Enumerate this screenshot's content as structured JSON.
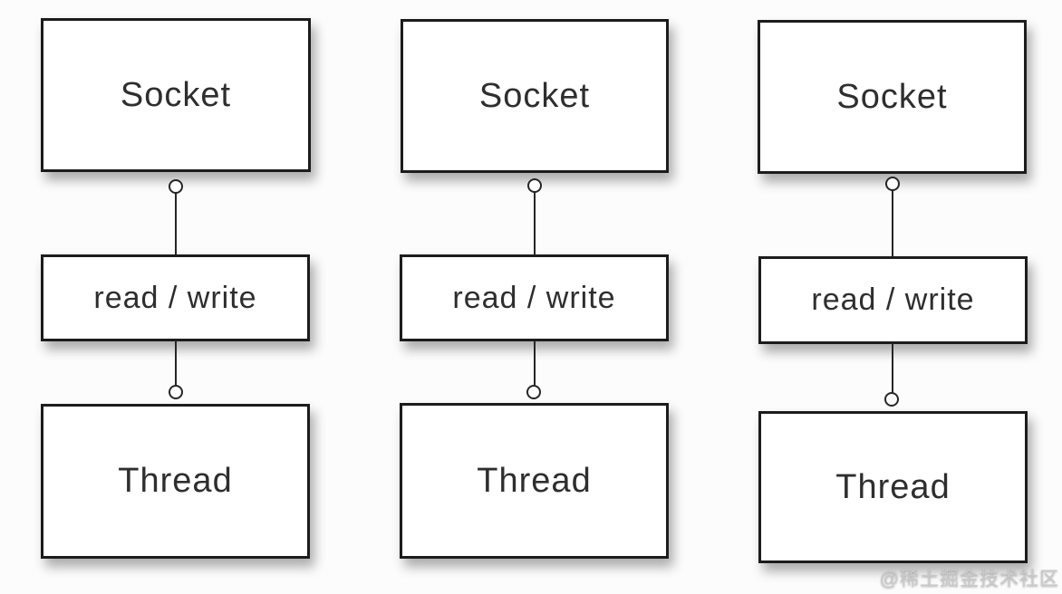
{
  "diagram": {
    "description": "Three identical vertical stacks: a Socket connected through a read / write operation to a Thread (one thread per socket connection).",
    "columns": [
      {
        "socket_label": "Socket",
        "readwrite_label": "read / write",
        "thread_label": "Thread"
      },
      {
        "socket_label": "Socket",
        "readwrite_label": "read / write",
        "thread_label": "Thread"
      },
      {
        "socket_label": "Socket",
        "readwrite_label": "read / write",
        "thread_label": "Thread"
      }
    ]
  },
  "watermark": "@稀土掘金技术社区",
  "colors": {
    "background": "#fcfcfc",
    "box_fill": "#ffffff",
    "box_border": "#1c1c1c",
    "line": "#262626",
    "text": "#2e2e2e",
    "watermark": "#c9c9c9"
  }
}
